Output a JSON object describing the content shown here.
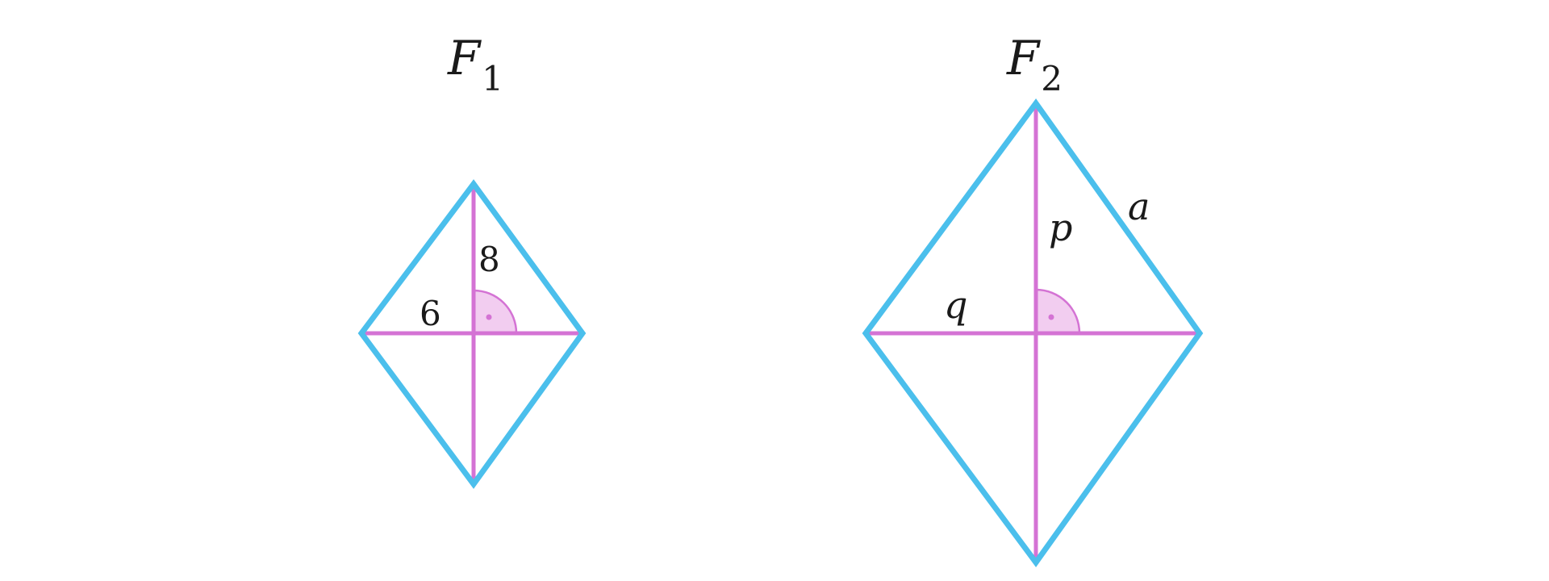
{
  "colors": {
    "outline": "#4bbfec",
    "diagonal": "#d473d4",
    "angle_fill": "#f2cdf0",
    "angle_stroke": "#d473d4",
    "text": "#1a1a1a"
  },
  "figures": [
    {
      "name": "F1",
      "title_letter": "F",
      "title_sub": "1",
      "labels": {
        "vertical_half_diagonal": "8",
        "horizontal_half_diagonal": "6"
      },
      "right_angle_marked": true
    },
    {
      "name": "F2",
      "title_letter": "F",
      "title_sub": "2",
      "labels": {
        "vertical_half_diagonal": "p",
        "horizontal_half_diagonal": "q",
        "side": "a"
      },
      "right_angle_marked": true
    }
  ]
}
